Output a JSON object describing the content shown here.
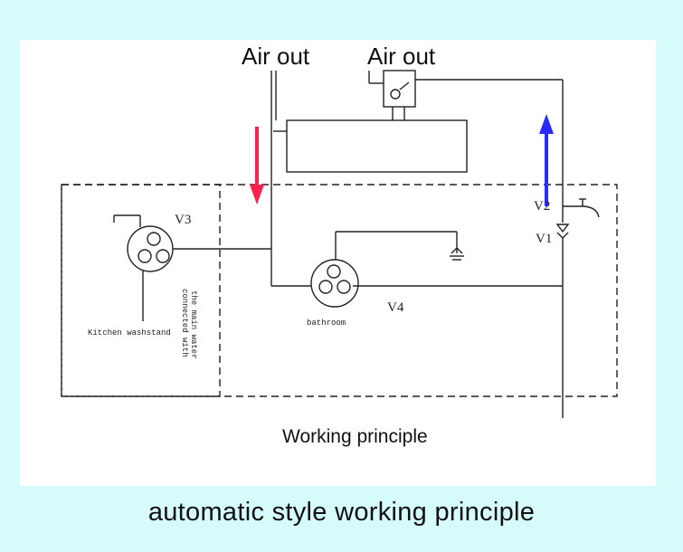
{
  "labels": {
    "air_out_left": "Air out",
    "air_out_right": "Air out",
    "v1": "V1",
    "v2": "V2",
    "v3": "V3",
    "v4": "V4",
    "kitchen": "Kitchen washstand",
    "bathroom": "bathroom",
    "mains_line1": "connected with",
    "mains_line2": "the main water",
    "working_principle": "Working principle"
  },
  "caption": "automatic style working principle",
  "colors": {
    "background": "#d6fbfb",
    "panel": "#ffffff",
    "line": "#222222",
    "hot_arrow": "#ff1f4b",
    "cold_arrow": "#2b2bff"
  }
}
